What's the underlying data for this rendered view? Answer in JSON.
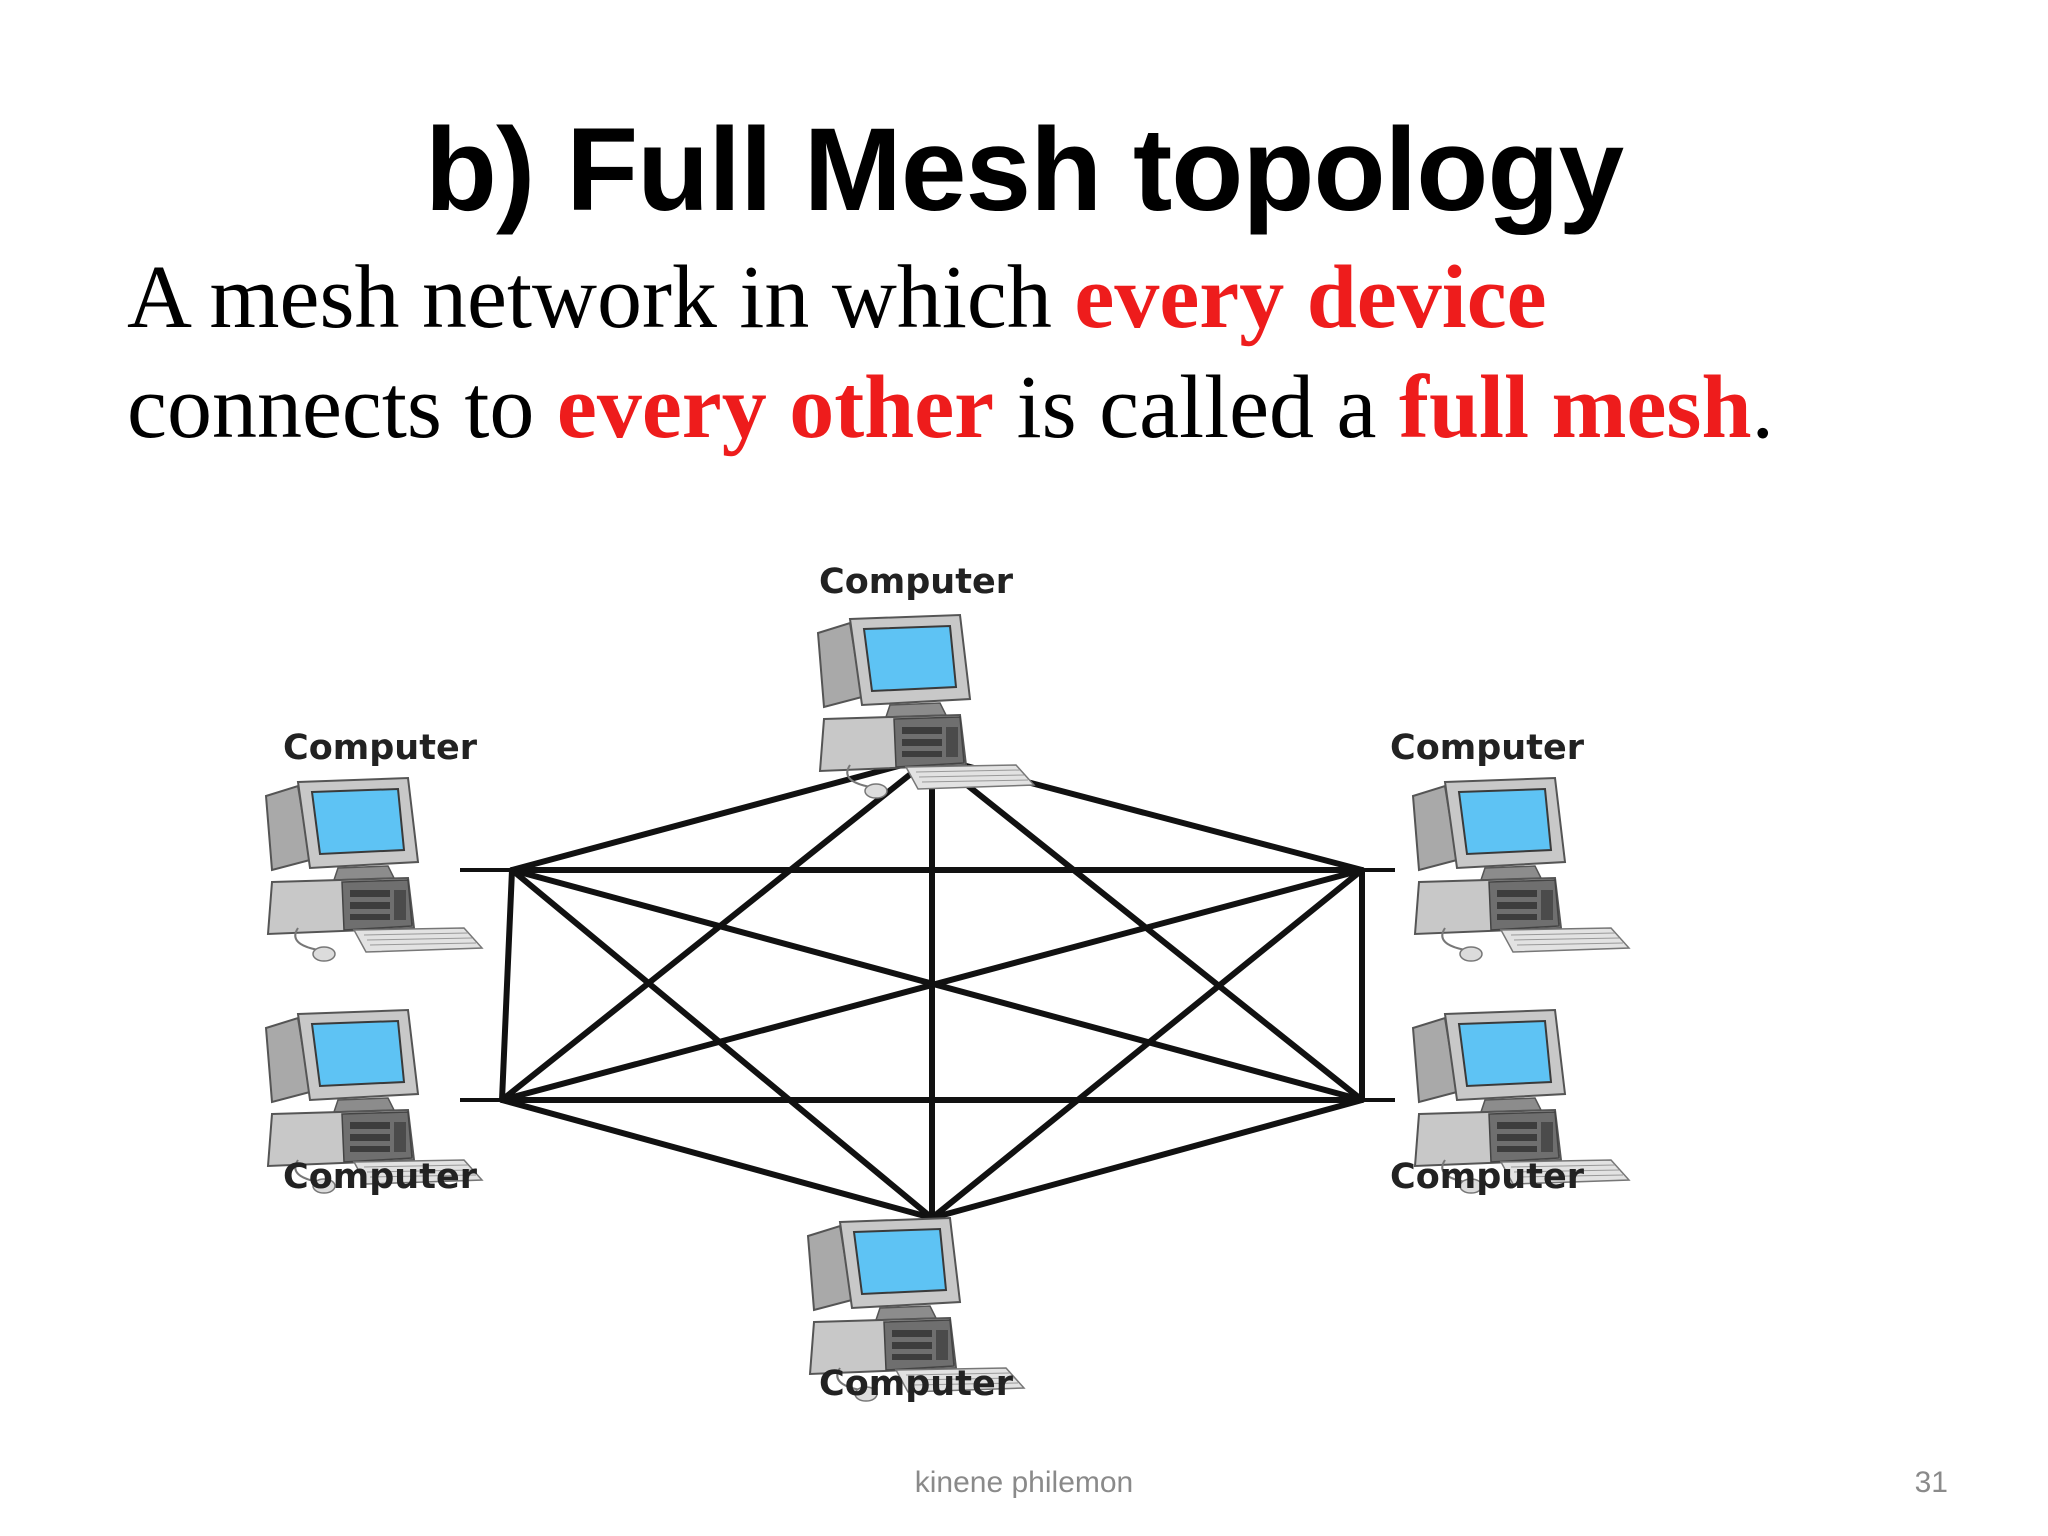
{
  "slide": {
    "title": "b) Full Mesh topology",
    "body": {
      "line1_plain_1": "A mesh network in which ",
      "line1_highlight_1": "every device",
      "line2_plain_1": "connects to ",
      "line2_highlight_1": "every other",
      "line2_plain_2": " is called a ",
      "line2_highlight_2": "full mesh",
      "line2_plain_3": "."
    }
  },
  "diagram": {
    "nodes": [
      {
        "id": "top",
        "label": "Computer"
      },
      {
        "id": "upper-right",
        "label": "Computer"
      },
      {
        "id": "lower-right",
        "label": "Computer"
      },
      {
        "id": "bottom",
        "label": "Computer"
      },
      {
        "id": "lower-left",
        "label": "Computer"
      },
      {
        "id": "upper-left",
        "label": "Computer"
      }
    ],
    "links": [
      [
        "top",
        "upper-right"
      ],
      [
        "top",
        "lower-right"
      ],
      [
        "top",
        "bottom"
      ],
      [
        "top",
        "lower-left"
      ],
      [
        "top",
        "upper-left"
      ],
      [
        "upper-right",
        "lower-right"
      ],
      [
        "upper-right",
        "bottom"
      ],
      [
        "upper-right",
        "lower-left"
      ],
      [
        "upper-right",
        "upper-left"
      ],
      [
        "lower-right",
        "bottom"
      ],
      [
        "lower-right",
        "lower-left"
      ],
      [
        "lower-right",
        "upper-left"
      ],
      [
        "bottom",
        "lower-left"
      ],
      [
        "bottom",
        "upper-left"
      ],
      [
        "lower-left",
        "upper-left"
      ]
    ],
    "colors": {
      "link": "#111111",
      "screen": "#5ec3f4",
      "case": "#c8c8c8",
      "case_dark": "#6f6f6f"
    }
  },
  "footer": {
    "author": "kinene philemon",
    "page_number": "31"
  }
}
